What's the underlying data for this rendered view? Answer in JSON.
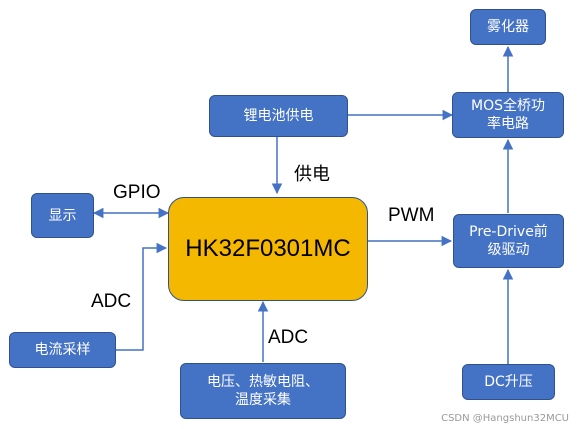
{
  "blocks": {
    "atomizer": "雾化器",
    "mos_bridge": "MOS全桥功\n率电路",
    "battery": "锂电池供电",
    "display": "显示",
    "mcu": "HK32F0301MC",
    "pre_drive": "Pre-Drive前\n级驱动",
    "current_sampling": "电流采样",
    "sensing": "电压、热敏电阻、\n温度采集",
    "dc_boost": "DC升压"
  },
  "labels": {
    "power": "供电",
    "gpio": "GPIO",
    "pwm": "PWM",
    "adc_left": "ADC",
    "adc_bottom": "ADC"
  },
  "watermark": "CSDN @Hangshun32MCU",
  "colors": {
    "box_fill": "#4472c4",
    "box_border": "#2f528f",
    "mcu_fill": "#f5b800",
    "wire": "#4472c4"
  }
}
